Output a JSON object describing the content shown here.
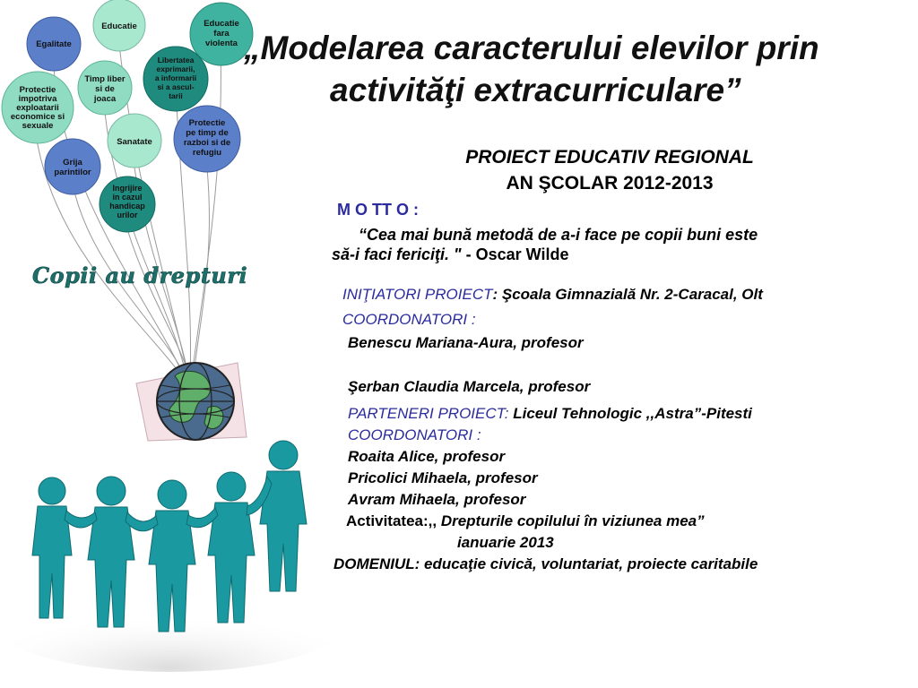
{
  "balloons": [
    {
      "label": "Educatie"
    },
    {
      "label": "Educatie fara violenta"
    },
    {
      "label": "Egalitate"
    },
    {
      "label": "Timp liber si de joaca"
    },
    {
      "label": "Libertatea exprimarii, a informarii si a ascul-tarii"
    },
    {
      "label": "Protectie impotriva exploatarii economice si sexuale"
    },
    {
      "label": "Sanatate"
    },
    {
      "label": "Protectie pe timp de razboi si de refugiu"
    },
    {
      "label": "Grija parintilor"
    },
    {
      "label": "Ingrijire in cazul handicap urilor"
    }
  ],
  "colors": {
    "blue": "#5b7fc9",
    "teal": "#1f8a7e",
    "mint": "#8fdcc2",
    "lightmint": "#a8e8cf",
    "people": "#1a9aa0",
    "heading_blue": "#2b2b9e"
  },
  "logo_text": "Copii au drepturi",
  "title": {
    "line1": "„Modelarea caracterului elevilor prin",
    "line2": "activităţi extracurriculare”"
  },
  "subtitle": {
    "line1": "PROIECT EDUCATIV REGIONAL",
    "line2": "AN ŞCOLAR 2012-2013"
  },
  "motto": {
    "label": "M O TT O :",
    "quote_line1": "“Cea mai bună metodă de a-i face pe copii buni este",
    "quote_line2": "să-i faci fericiţi. \"",
    "author": " - Oscar Wilde"
  },
  "initiators": {
    "label": "INIŢIATORI PROIECT",
    "value": ": Şcoala Gimnazială Nr. 2-Caracal, Olt"
  },
  "coordinators1": {
    "label": "COORDONATORI :",
    "people": [
      "Benescu Mariana-Aura, profesor",
      "Şerban Claudia Marcela, profesor"
    ]
  },
  "partners": {
    "label": "PARTENERI PROIECT:",
    "value": " Liceul Tehnologic ,,Astra”-Pitesti"
  },
  "coordinators2": {
    "label": "COORDONATORI :",
    "people": [
      "Roaita Alice, profesor",
      "Pricolici Mihaela, profesor",
      "Avram Mihaela, profesor"
    ]
  },
  "activity": {
    "label": "Activitatea:,,",
    "value": " Drepturile copilului în viziunea mea”",
    "date": "ianuarie 2013"
  },
  "domain": {
    "label": "DOMENIUL:",
    "value": " educaţie civică, voluntariat, proiecte caritabile"
  }
}
